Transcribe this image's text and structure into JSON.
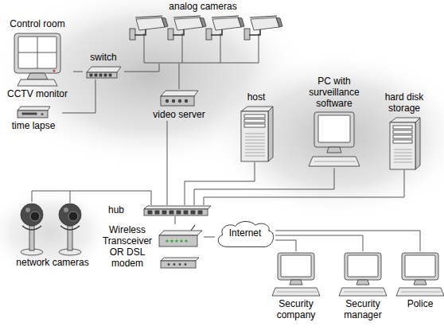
{
  "diagram": {
    "nodes": [
      {
        "text": [
          "analog cameras"
        ]
      },
      {
        "text": [
          "Control room",
          "CCTV monitor"
        ]
      },
      {
        "text": [
          "switch"
        ]
      },
      {
        "text": [
          "time lapse"
        ]
      },
      {
        "text": [
          "video server"
        ]
      },
      {
        "text": [
          "host"
        ]
      },
      {
        "text": [
          "PC with surveillance software"
        ]
      },
      {
        "text": [
          "hard disk storage"
        ]
      },
      {
        "text": [
          "hub"
        ]
      },
      {
        "text": [
          "Wireless Transceiver OR DSL modem"
        ]
      },
      {
        "text": [
          "network cameras"
        ]
      },
      {
        "text": [
          "Internet"
        ]
      },
      {
        "text": [
          "Security company"
        ]
      },
      {
        "text": [
          "Security manager"
        ]
      },
      {
        "text": [
          "Police"
        ]
      }
    ],
    "edges": [
      {
        "from": 0,
        "to": 2,
        "arrow": "none"
      },
      {
        "from": 0,
        "to": 4,
        "arrow": "none"
      },
      {
        "from": 2,
        "to": 1,
        "arrow": "none"
      },
      {
        "from": 2,
        "to": 3,
        "arrow": "none"
      },
      {
        "from": 4,
        "to": 8,
        "arrow": "none"
      },
      {
        "from": 5,
        "to": 8,
        "arrow": "none"
      },
      {
        "from": 6,
        "to": 8,
        "arrow": "none"
      },
      {
        "from": 7,
        "to": 8,
        "arrow": "none"
      },
      {
        "from": 10,
        "to": 8,
        "arrow": "none"
      },
      {
        "from": 8,
        "to": 9,
        "arrow": "none"
      },
      {
        "from": 9,
        "to": 11,
        "arrow": "none"
      },
      {
        "from": 11,
        "to": 12,
        "arrow": "none"
      },
      {
        "from": 11,
        "to": 13,
        "arrow": "none"
      },
      {
        "from": 11,
        "to": 14,
        "arrow": "none"
      }
    ]
  }
}
